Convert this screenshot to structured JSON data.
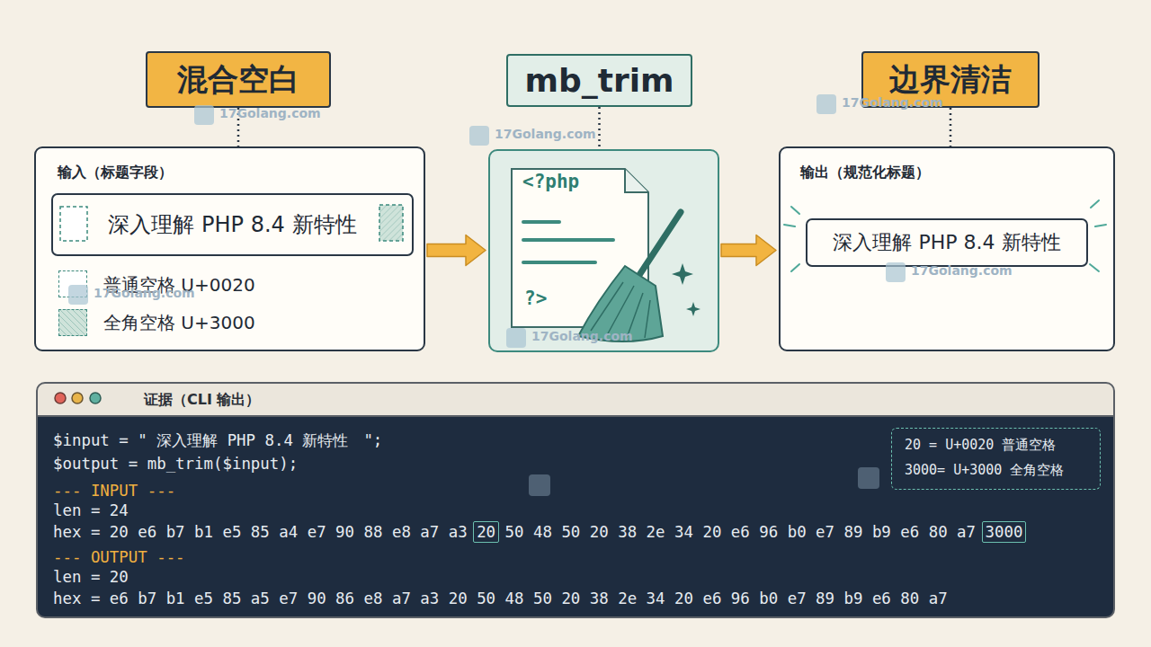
{
  "diagram": {
    "nodes": [
      {
        "text": [
          "混合空白"
        ]
      },
      {
        "text": [
          "mb_trim"
        ]
      },
      {
        "text": [
          "边界清洁"
        ]
      },
      {
        "text": [
          "输入（标题字段）"
        ]
      },
      {
        "text": [
          "深入理解 PHP 8.4 新特性"
        ],
        "in": 3
      },
      {
        "text": [
          "<?php",
          "?>"
        ]
      },
      {
        "text": [
          "输出（规范化标题）"
        ]
      },
      {
        "text": [
          "深入理解 PHP 8.4 新特性"
        ],
        "in": 6
      },
      {
        "text": [
          "证据（CLI 输出）",
          "$input = \" 深入理解 PHP 8.4 新特性　\";",
          "$output = mb_trim($input);",
          "--- INPUT ---",
          "len = 24",
          "hex = 20 e6 b7 b1 e5 85 a4 e7 90 88 e8 a7 a3 20 50 48 50 20 38 2e 34 20 e6 96 b0 e7 89 b9 e6 80 a7 3000",
          "--- OUTPUT ---",
          "len = 20",
          "hex = e6 b7 b1 e5 85 a5 e7 90 86 e8 a7 a3 20 50 48 50 20 38 2e 34 20 e6 96 b0 e7 89 b9 e6 80 a7"
        ]
      },
      {
        "text": [
          "20 = U+0020 普通空格",
          "3000= U+3000 全角空格"
        ],
        "in": 8
      }
    ],
    "edges": [
      {
        "from": 0,
        "to": 3,
        "arrow": "none"
      },
      {
        "from": 1,
        "to": 5,
        "arrow": "none"
      },
      {
        "from": 2,
        "to": 6,
        "arrow": "none"
      },
      {
        "from": 3,
        "to": 5,
        "arrow": "to"
      },
      {
        "from": 5,
        "to": 6,
        "arrow": "to"
      }
    ],
    "labels": [
      "17Golang.com",
      "17Golang.com",
      "17Golang.com",
      "17Golang.com",
      "17Golang.com",
      "17Golang.com"
    ],
    "legend": [
      {
        "text": "普通空格 U+0020"
      },
      {
        "text": "全角空格 U+3000",
        "color": "#cfe3da"
      }
    ]
  }
}
